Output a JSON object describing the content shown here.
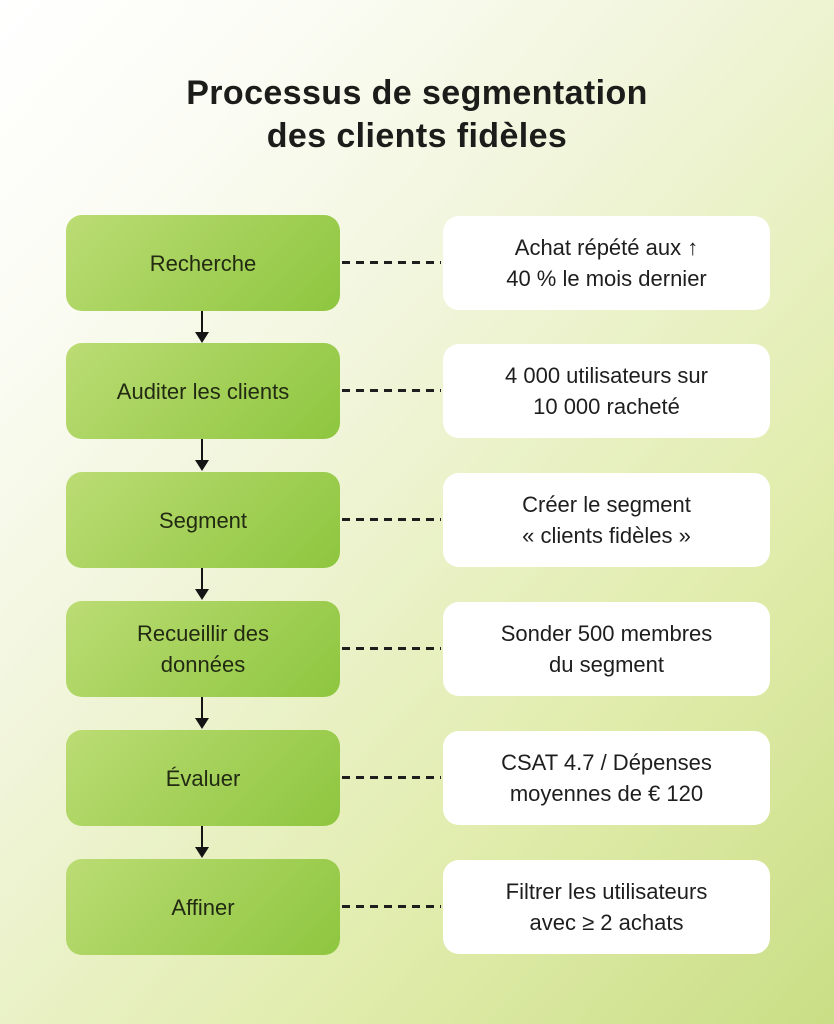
{
  "title": "Processus de segmentation\ndes clients fidèles",
  "steps": [
    {
      "label": "Recherche",
      "detail": "Achat répété aux ↑\n40 % le mois dernier"
    },
    {
      "label": "Auditer les clients",
      "detail": "4 000 utilisateurs sur\n10 000 racheté"
    },
    {
      "label": "Segment",
      "detail": "Créer le segment\n« clients fidèles »"
    },
    {
      "label": "Recueillir des\ndonnées",
      "detail": "Sonder 500 membres\ndu segment"
    },
    {
      "label": "Évaluer",
      "detail": "CSAT 4.7 / Dépenses\nmoyennes de € 120"
    },
    {
      "label": "Affiner",
      "detail": "Filtrer les utilisateurs\navec ≥ 2 achats"
    }
  ],
  "colors": {
    "step_gradient_start": "#bbdc74",
    "step_gradient_end": "#8ec63f",
    "detail_box_bg": "#ffffff",
    "background_start": "#ffffff",
    "background_end": "#c9de85",
    "title_text": "#1c1c1a",
    "body_text": "#1e1e1e",
    "connector": "#1e1e1e",
    "arrow": "#141414"
  }
}
